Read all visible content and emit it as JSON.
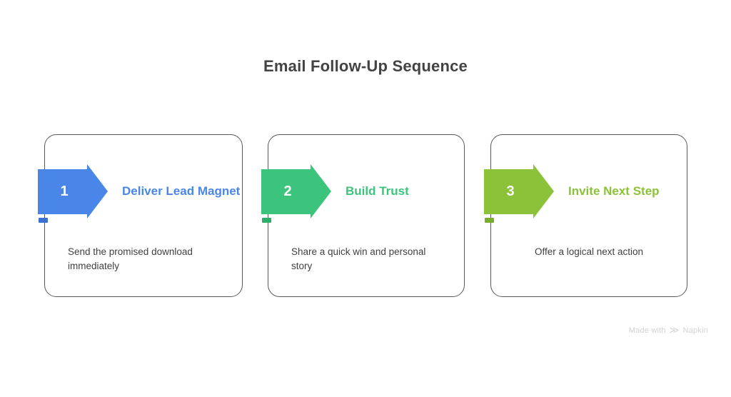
{
  "title": "Email Follow-Up Sequence",
  "theme": {
    "background": "#ffffff",
    "title_color": "#434343",
    "card_border": "#575757",
    "description_color": "#3f3f3f",
    "watermark_color": "#d2d2d2"
  },
  "steps": [
    {
      "number": "1",
      "heading": "Deliver Lead Magnet",
      "description": "Send the promised download immediately",
      "color": "#4a86e8",
      "tab_color": "#3b72cf"
    },
    {
      "number": "2",
      "heading": "Build Trust",
      "description": "Share a quick win and personal story",
      "color": "#3cc47c",
      "tab_color": "#2fae6b"
    },
    {
      "number": "3",
      "heading": "Invite Next Step",
      "description": "Offer a logical next action",
      "color": "#8cc13a",
      "tab_color": "#7aab2d"
    }
  ],
  "watermark": {
    "prefix": "Made with",
    "glyph": "≫",
    "brand": "Napkin"
  }
}
